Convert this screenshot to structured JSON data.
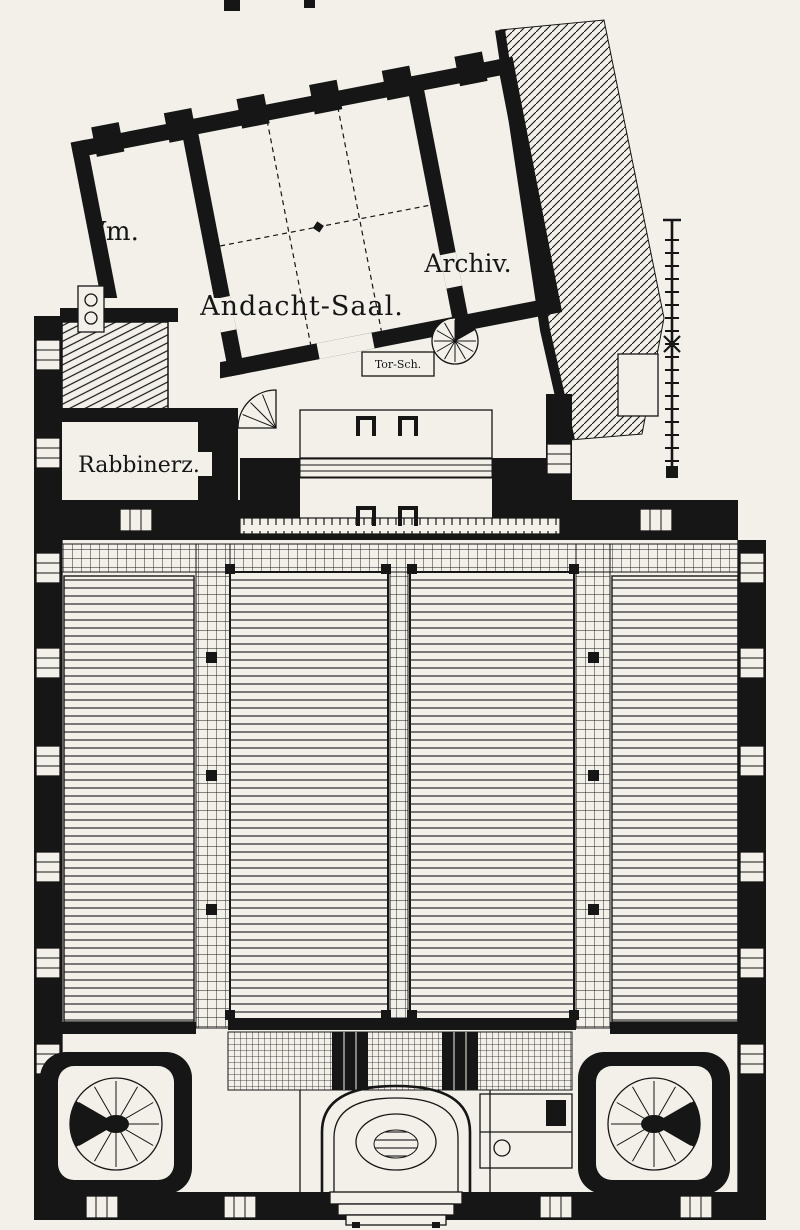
{
  "plan": {
    "labels": {
      "vm": "Vm.",
      "andacht_saal": "Andacht-Saal.",
      "archiv": "Archiv.",
      "rabbinerz": "Rabbinerz.",
      "tor_sch": "Tor-Sch."
    },
    "colors": {
      "paper": "#f2f0e9",
      "ink": "#161616"
    }
  }
}
